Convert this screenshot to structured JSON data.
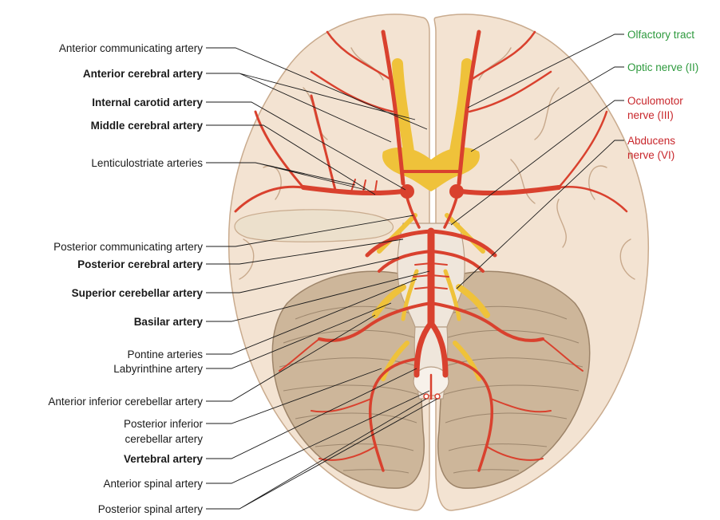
{
  "labels_left": [
    {
      "id": "anterior-communicating-artery",
      "text": "Anterior communicating artery",
      "bold": false
    },
    {
      "id": "anterior-cerebral-artery",
      "text": "Anterior cerebral artery",
      "bold": true
    },
    {
      "id": "internal-carotid-artery",
      "text": "Internal carotid artery",
      "bold": true
    },
    {
      "id": "middle-cerebral-artery",
      "text": "Middle cerebral artery",
      "bold": true
    },
    {
      "id": "lenticulostriate-arteries",
      "text": "Lenticulostriate arteries",
      "bold": false
    },
    {
      "id": "posterior-communicating-artery",
      "text": "Posterior communicating artery",
      "bold": false
    },
    {
      "id": "posterior-cerebral-artery",
      "text": "Posterior cerebral artery",
      "bold": true
    },
    {
      "id": "superior-cerebellar-artery",
      "text": "Superior cerebellar artery",
      "bold": true
    },
    {
      "id": "basilar-artery",
      "text": "Basilar artery",
      "bold": true
    },
    {
      "id": "pontine-arteries",
      "text": "Pontine arteries",
      "bold": false
    },
    {
      "id": "labyrinthine-artery",
      "text": "Labyrinthine artery",
      "bold": false
    },
    {
      "id": "anterior-inferior-cerebellar-artery",
      "text": "Anterior inferior cerebellar artery",
      "bold": false
    },
    {
      "id": "posterior-inferior-cerebellar-artery",
      "text": "Posterior inferior",
      "text2": "cerebellar artery",
      "bold": false
    },
    {
      "id": "vertebral-artery",
      "text": "Vertebral artery",
      "bold": true
    },
    {
      "id": "anterior-spinal-artery",
      "text": "Anterior spinal artery",
      "bold": false
    },
    {
      "id": "posterior-spinal-artery",
      "text": "Posterior spinal artery",
      "bold": false
    }
  ],
  "labels_right": [
    {
      "id": "olfactory-tract",
      "text": "Olfactory tract",
      "color": "green"
    },
    {
      "id": "optic-nerve",
      "text": "Optic nerve (II)",
      "color": "green"
    },
    {
      "id": "oculomotor-nerve",
      "text": "Oculomotor",
      "text2": "nerve (III)",
      "color": "red"
    },
    {
      "id": "abducens-nerve",
      "text": "Abducens",
      "text2": "nerve (VI)",
      "color": "red"
    }
  ],
  "colors": {
    "cerebrum": "#f3e3d2",
    "cerebrum_outline": "#c9ab8e",
    "cerebellum": "#cdb69a",
    "cerebellum_outline": "#9d8469",
    "artery": "#d9412e",
    "nerve": "#efc23a",
    "green_label": "#2e9a3e",
    "red_label": "#c8262b"
  }
}
